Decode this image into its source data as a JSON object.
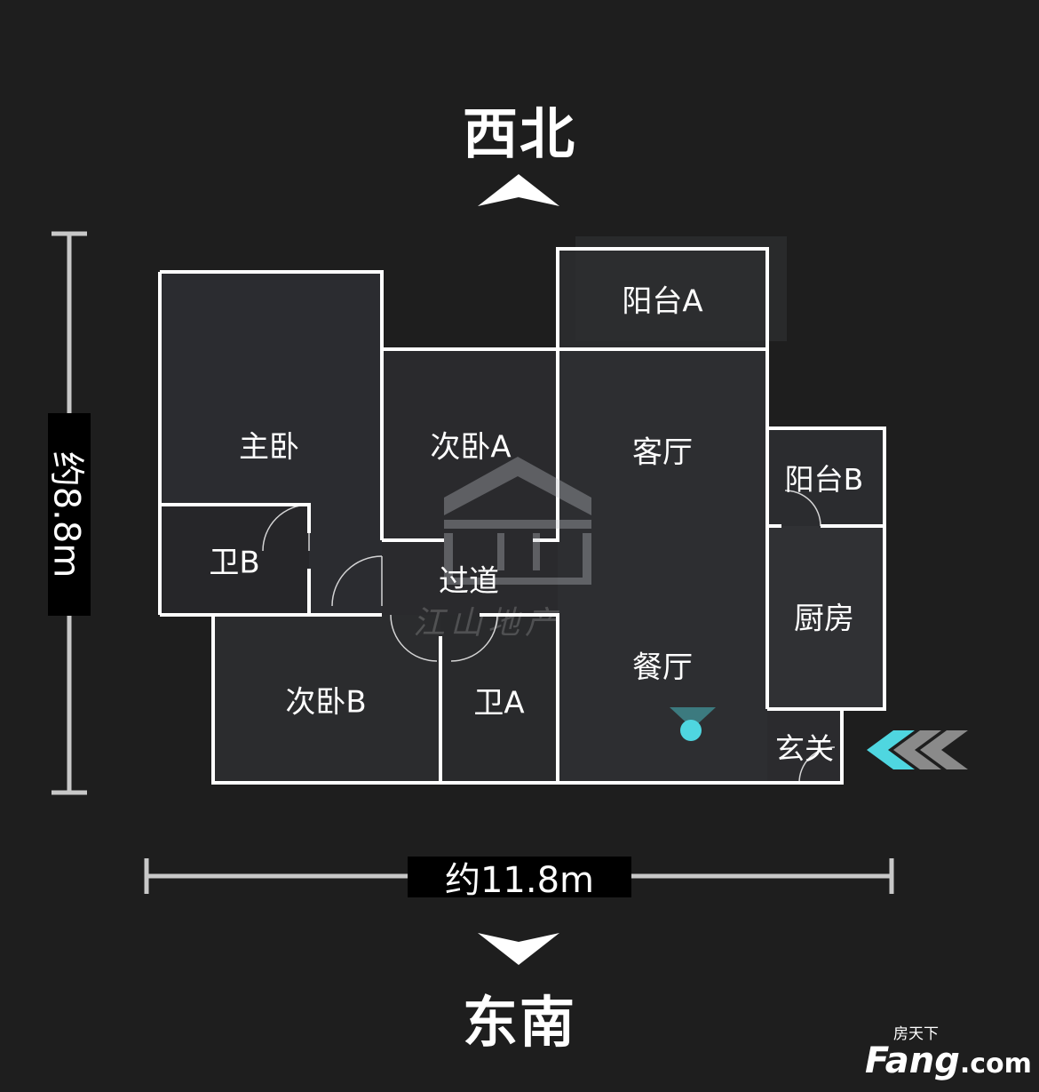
{
  "directions": {
    "north": "西北",
    "south": "东南"
  },
  "dimensions": {
    "width": "约11.8m",
    "height": "约8.8m"
  },
  "rooms": {
    "master_bedroom": "主卧",
    "bedroom_a": "次卧A",
    "living_room": "客厅",
    "balcony_a": "阳台A",
    "balcony_b": "阳台B",
    "bathroom_b": "卫B",
    "corridor": "过道",
    "kitchen": "厨房",
    "dining_room": "餐厅",
    "bedroom_b": "次卧B",
    "bathroom_a": "卫A",
    "entrance": "玄关"
  },
  "watermark": "江山地产",
  "brand": {
    "top": "房天下",
    "name": "Fang",
    "suffix": ".com"
  },
  "colors": {
    "background": "#1e1e1e",
    "wall": "#ffffff",
    "accent": "#4fd6e0",
    "floor": "#2c2d30"
  }
}
